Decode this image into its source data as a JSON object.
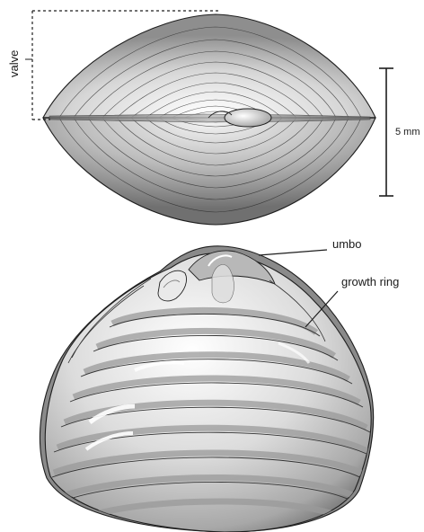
{
  "labels": {
    "valve": "valve",
    "scale": "5 mm",
    "umbo": "umbo",
    "growth_ring": "growth ring"
  },
  "colors": {
    "shell_light": "#f4f4f4",
    "shell_mid": "#c8c8c8",
    "shell_dark": "#7a7a7a",
    "outline": "#1e1e1e"
  }
}
